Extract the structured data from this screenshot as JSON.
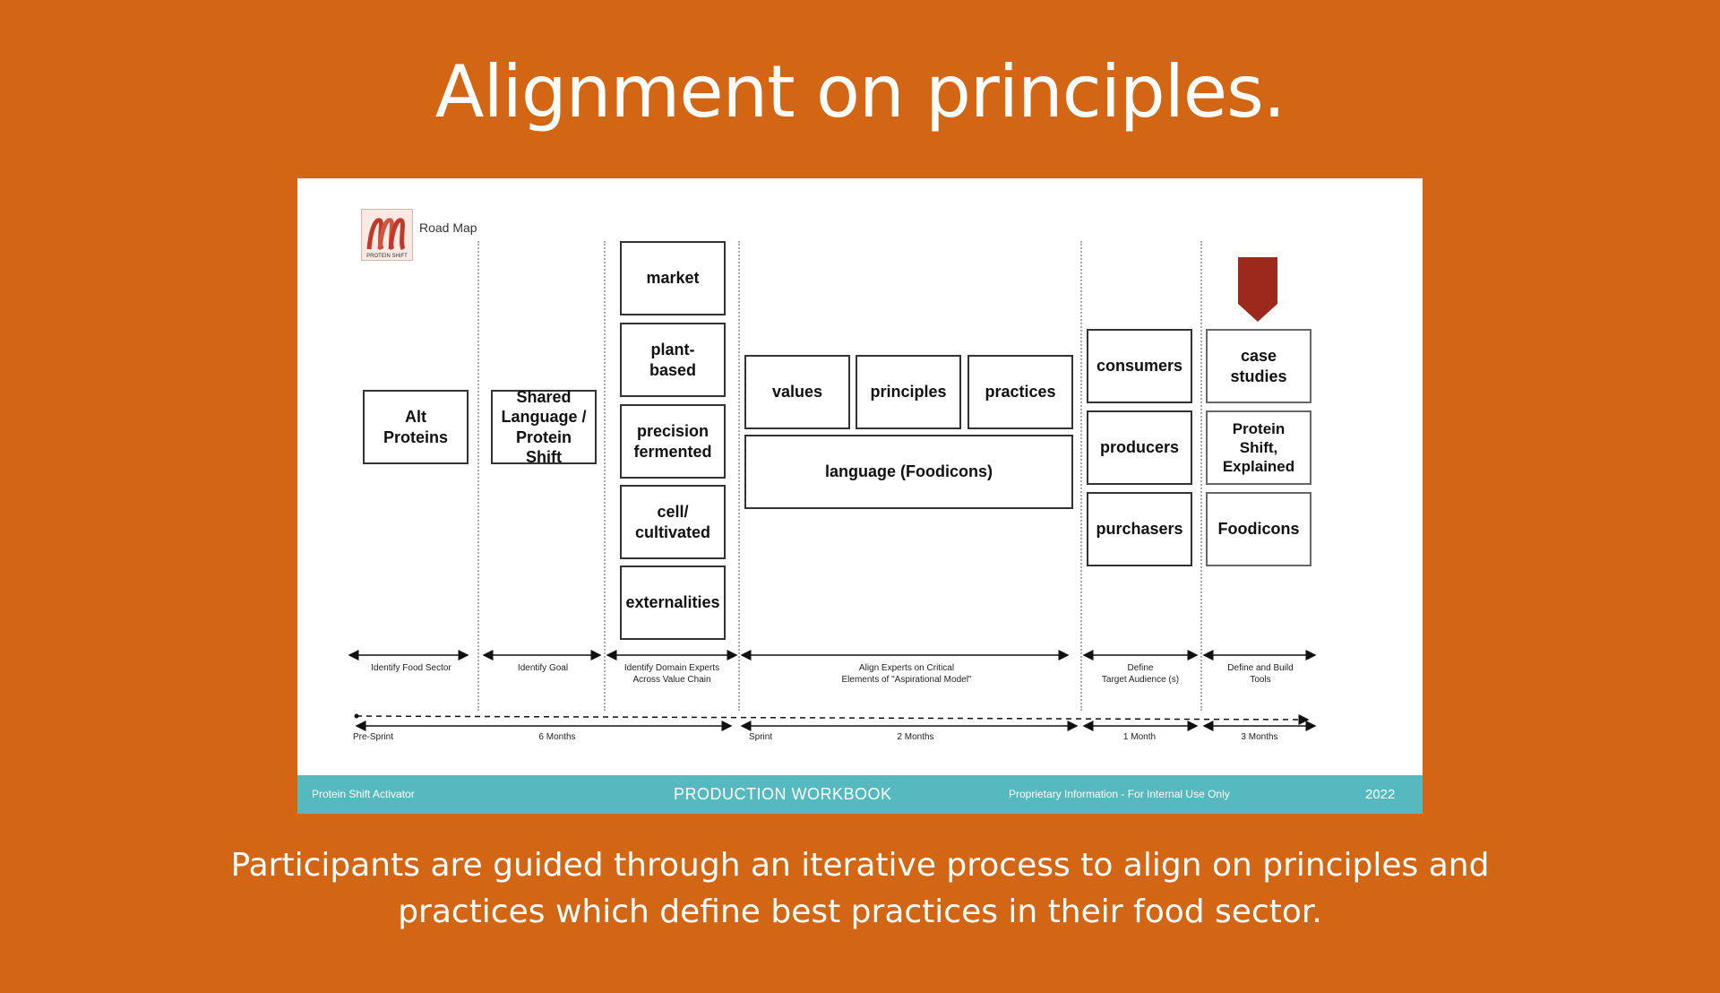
{
  "headline": "Alignment on principles.",
  "roadmap": {
    "logo_label": "Road Map",
    "logo_text": "PROTEIN SHIFT",
    "logo_icon": "protein-shift-logo-icon",
    "marker_icon": "down-arrow-marker-icon",
    "colors": {
      "marker": "#9b2a1c",
      "footer": "#56b9bf",
      "background": "#d36615"
    },
    "columns": [
      {
        "boxes": [
          "Alt\nProteins"
        ],
        "phase": "Identify Food Sector"
      },
      {
        "boxes": [
          "Shared\nLanguage /\nProtein Shift"
        ],
        "phase": "Identify Goal"
      },
      {
        "boxes": [
          "market",
          "plant-\nbased",
          "precision\nfermented",
          "cell/\ncultivated",
          "externalities"
        ],
        "phase": "Identify Domain Experts\nAcross Value Chain"
      },
      {
        "boxes": [
          "values",
          "principles",
          "practices",
          "language (Foodicons)"
        ],
        "phase": "Align Experts on Critical\nElements of \"Aspirational Model\""
      },
      {
        "boxes": [
          "consumers",
          "producers",
          "purchasers"
        ],
        "phase": "Define\nTarget Audience (s)"
      },
      {
        "boxes": [
          "case\nstudies",
          "Protein\nShift,\nExplained",
          "Foodicons"
        ],
        "phase": "Define and Build\nTools"
      }
    ],
    "timeline": [
      "Pre-Sprint",
      "6 Months",
      "Sprint",
      "2 Months",
      "1 Month",
      "3 Months"
    ]
  },
  "footer": {
    "left": "Protein Shift Activator",
    "center": "PRODUCTION WORKBOOK",
    "right": "Proprietary Information - For Internal Use Only",
    "year": "2022"
  },
  "caption": "Participants are guided through an iterative process to align on principles and practices which define best practices in their food sector."
}
